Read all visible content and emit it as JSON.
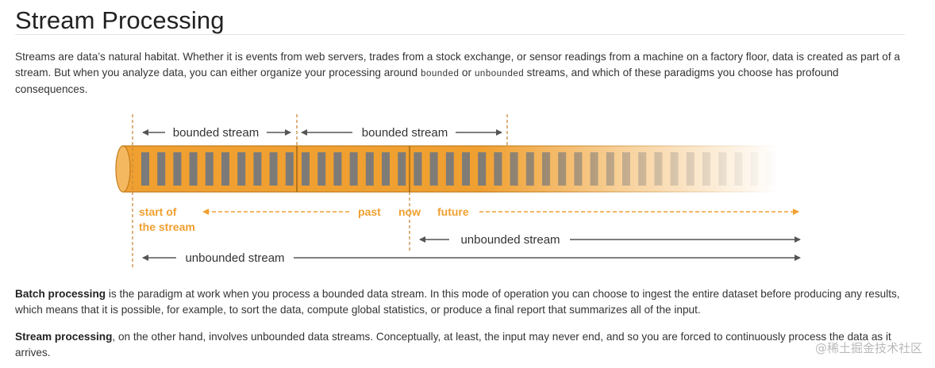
{
  "page": {
    "title": "Stream Processing",
    "intro": {
      "part1": "Streams are data’s natural habitat. Whether it is events from web servers, trades from a stock exchange, or sensor readings from a machine on a factory floor, data is created as part of a stream. But when you analyze data, you can either organize your processing around ",
      "code1": "bounded",
      "part2": " or ",
      "code2": "unbounded",
      "part3": " streams, and which of these paradigms you choose has profound consequences."
    },
    "batch": {
      "bold": "Batch processing",
      "text": " is the paradigm at work when you process a bounded data stream. In this mode of operation you can choose to ingest the entire dataset before producing any results, which means that it is possible, for example, to sort the data, compute global statistics, or produce a final report that summarizes all of the input."
    },
    "stream": {
      "bold": "Stream processing",
      "text": ", on the other hand, involves unbounded data streams. Conceptually, at least, the input may never end, and so you are forced to continuously process the data as it arrives."
    },
    "watermark": "@稀土掘金技术社区"
  },
  "diagram": {
    "labels": {
      "bounded_1": "bounded stream",
      "bounded_2": "bounded stream",
      "start_line1": "start of",
      "start_line2": "the stream",
      "past": "past",
      "now": "now",
      "future": "future",
      "unbounded_top": "unbounded stream",
      "unbounded_bottom": "unbounded stream"
    },
    "colors": {
      "orange": "#f0a030",
      "orange_dark": "#d88a22",
      "bar": "#7a7a7a",
      "arrow": "#555555",
      "text": "#333333"
    }
  }
}
